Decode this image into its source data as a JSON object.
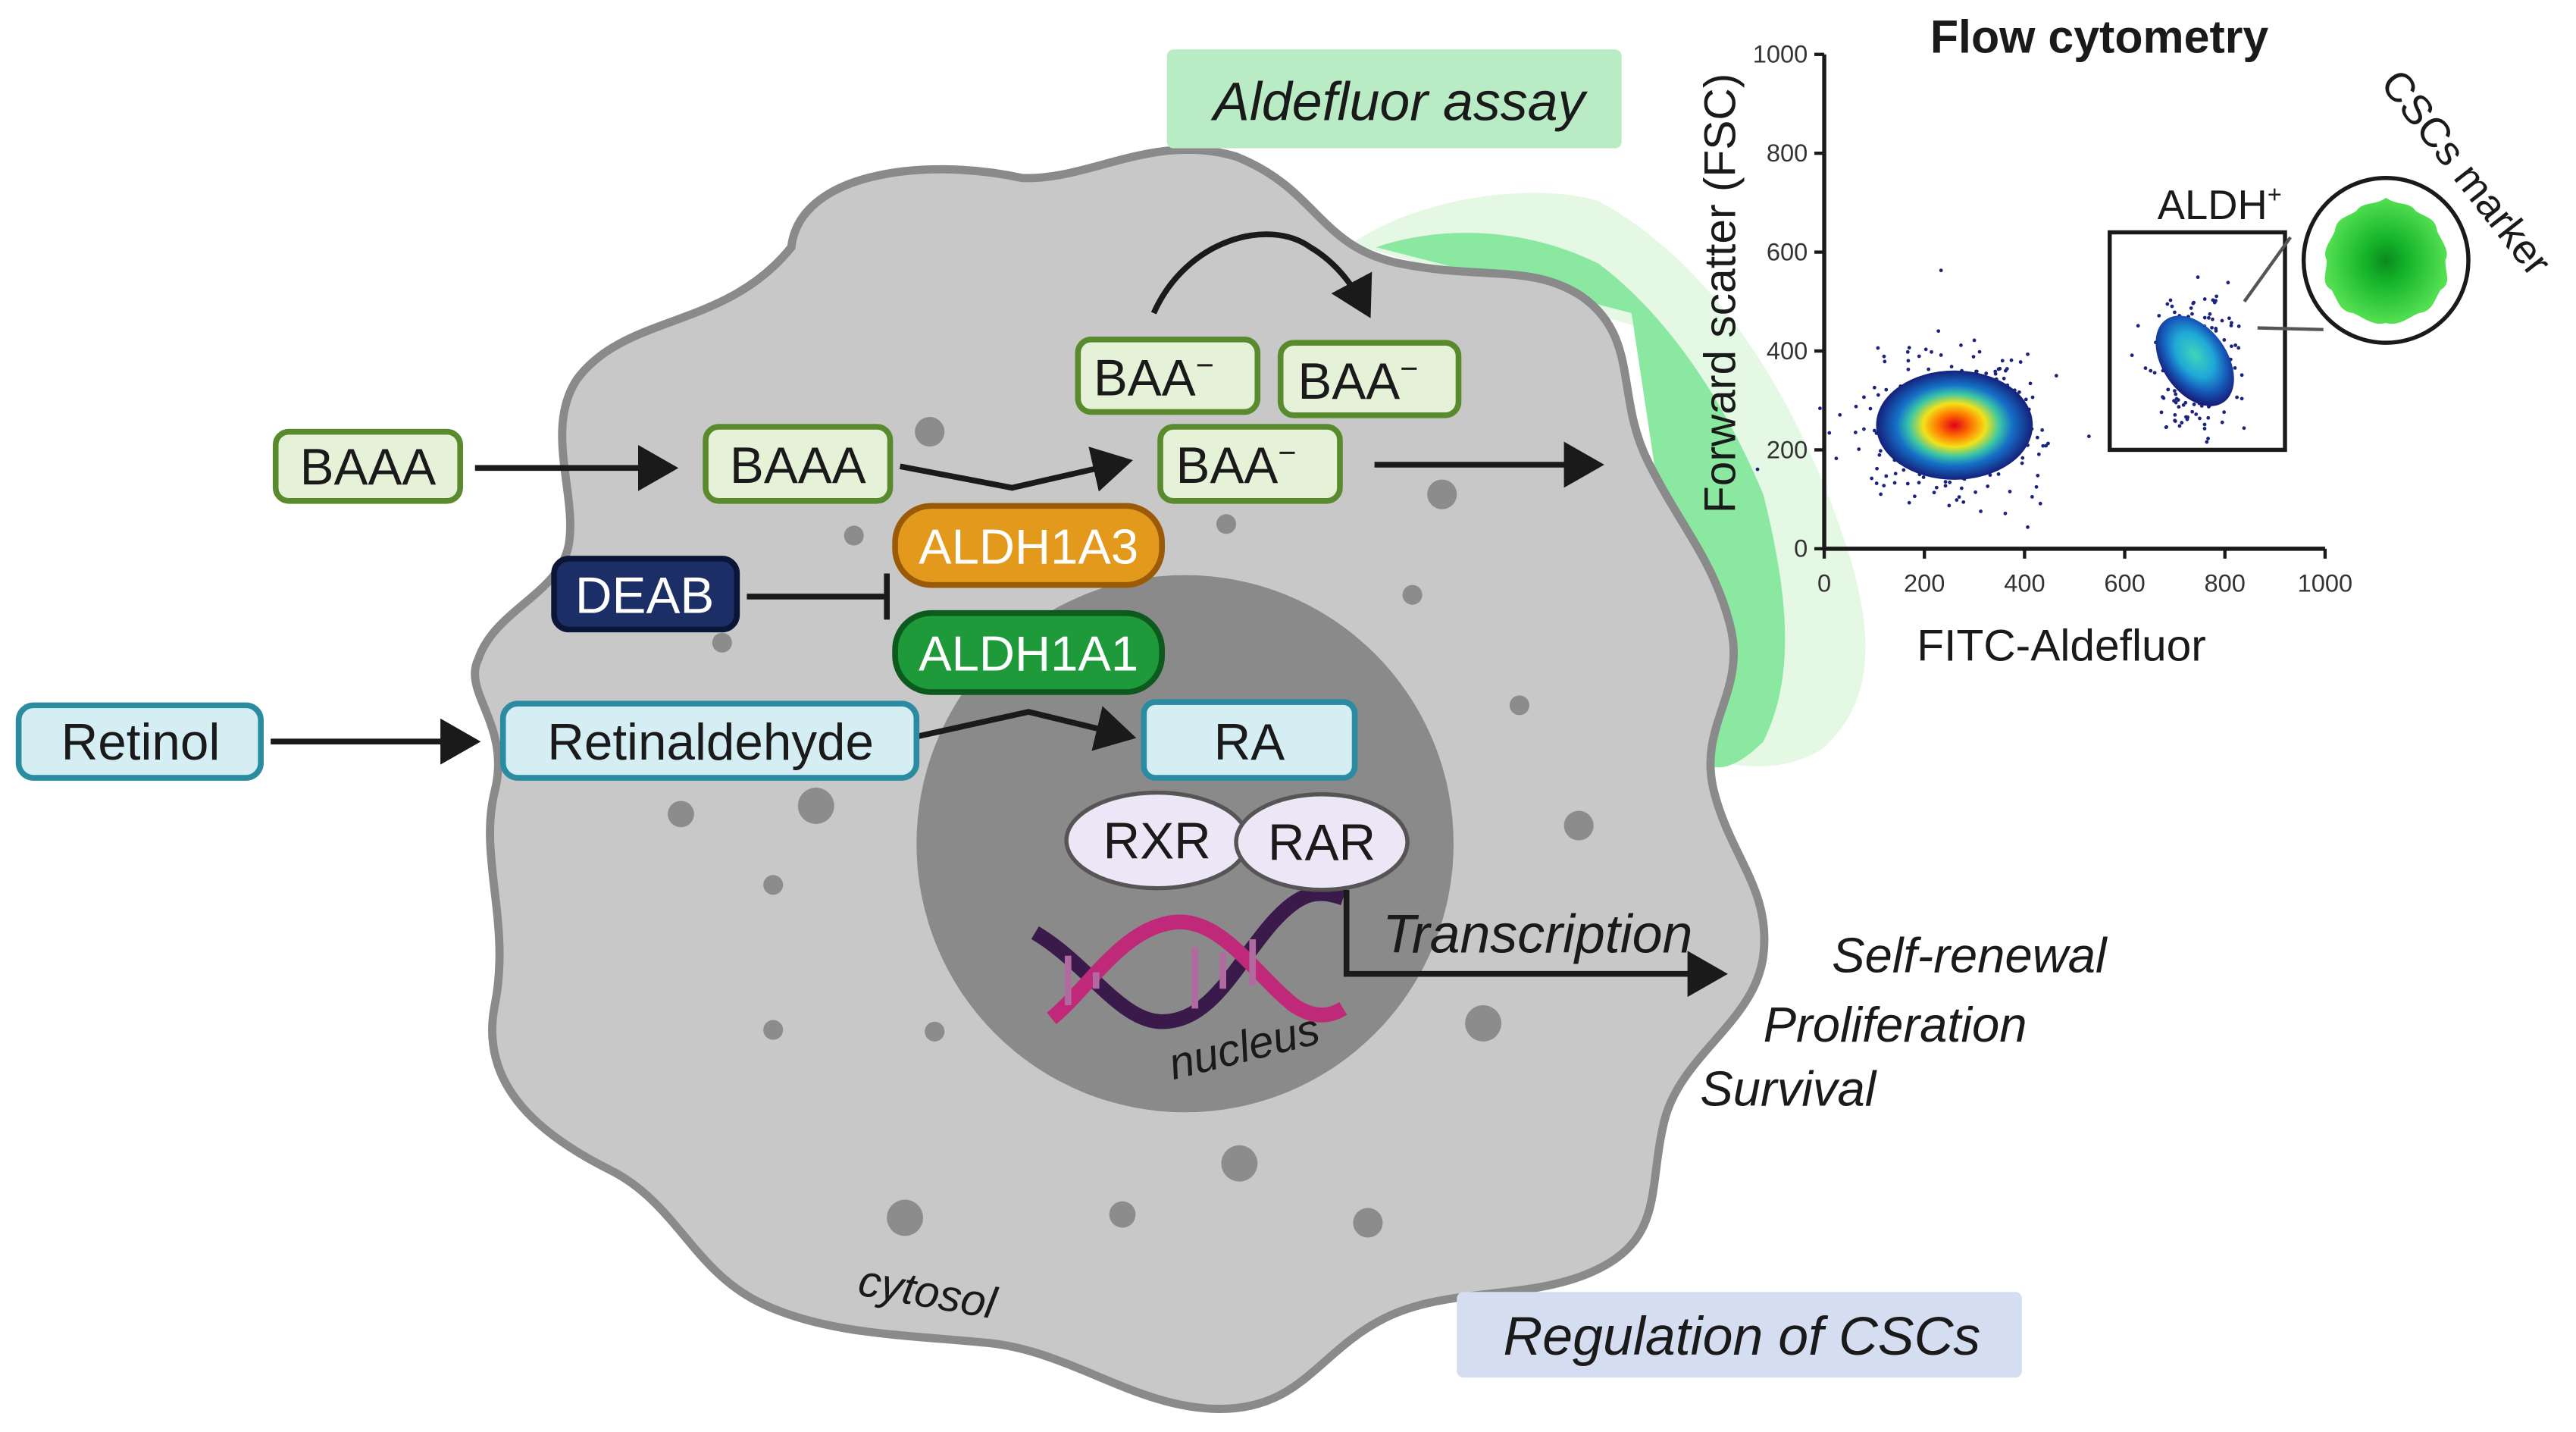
{
  "labels": {
    "aldefluor_assay": "Aldefluor assay",
    "regulation": "Regulation of CSCs",
    "cytosol": "cytosol",
    "nucleus": "nucleus",
    "transcription": "Transcription",
    "outcomes": [
      "Self-renewal",
      "Proliferation",
      "Survival"
    ]
  },
  "boxes": {
    "baaa_out": "BAAA",
    "baaa_in": "BAAA",
    "baa_top1": "BAA",
    "baa_top2": "BAA",
    "baa_mid": "BAA",
    "charge": "−",
    "aldh1a3": "ALDH1A3",
    "aldh1a1": "ALDH1A1",
    "deab": "DEAB",
    "retinol": "Retinol",
    "retinaldehyde": "Retinaldehyde",
    "ra": "RA",
    "rxr": "RXR",
    "rar": "RAR"
  },
  "flow": {
    "title": "Flow cytometry",
    "xlabel": "FITC-Aldefluor",
    "ylabel": "Forward scatter (FSC)",
    "gate_label": "ALDH",
    "gate_sup": "+",
    "marker_label": "CSCs marker",
    "xticks": [
      "0",
      "200",
      "400",
      "600",
      "800",
      "1000"
    ],
    "yticks": [
      "0",
      "200",
      "400",
      "600",
      "800",
      "1000"
    ]
  },
  "colors": {
    "green_box_fill": "#e6f2d8",
    "green_box_stroke": "#5a8a2e",
    "cyan_box_fill": "#d4eef4",
    "cyan_box_stroke": "#2b8ba0",
    "aldh1a3": "#e39a1c",
    "aldh1a1": "#1f9a3a",
    "deab": "#1c2e66",
    "cell": "#c8c8c8",
    "nucleus": "#8a8a8a",
    "receptor_fill": "#ece6f6",
    "aldefluor_bg": "#b9ebc5",
    "regulation_bg": "#d5def0"
  },
  "chart_data": {
    "type": "scatter",
    "title": "Flow cytometry",
    "xlabel": "FITC-Aldefluor",
    "ylabel": "Forward scatter (FSC)",
    "xlim": [
      0,
      1000
    ],
    "ylim": [
      0,
      1000
    ],
    "xticks": [
      0,
      200,
      400,
      600,
      800,
      1000
    ],
    "yticks": [
      0,
      200,
      400,
      600,
      800,
      1000
    ],
    "populations": [
      {
        "center": [
          260,
          250
        ],
        "spread": [
          170,
          130
        ],
        "density": "high"
      },
      {
        "center": [
          740,
          380
        ],
        "spread": [
          70,
          120
        ],
        "density": "medium",
        "gated": true
      }
    ],
    "gate": {
      "x": [
        570,
        920
      ],
      "y": [
        200,
        640
      ]
    }
  }
}
